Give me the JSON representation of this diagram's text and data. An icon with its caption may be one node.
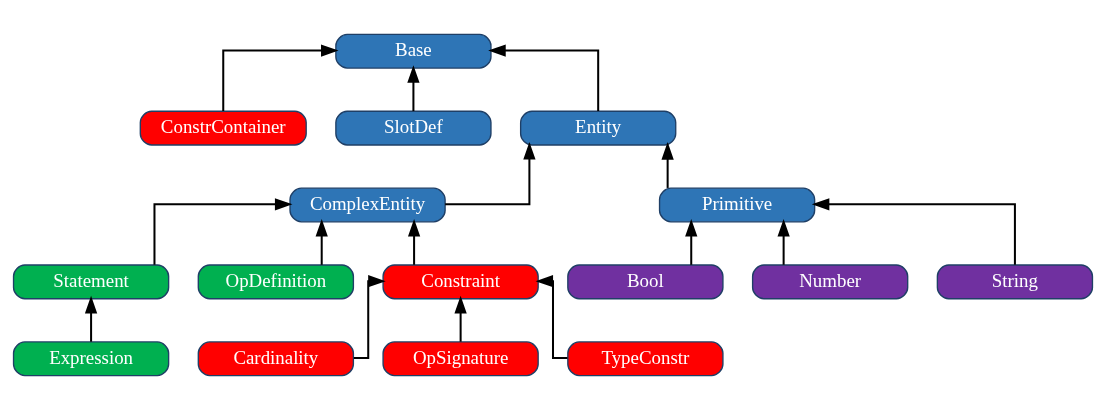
{
  "diagram": {
    "nodes": [
      {
        "text": [
          "Base"
        ]
      },
      {
        "text": [
          "ConstrContainer"
        ]
      },
      {
        "text": [
          "SlotDef"
        ]
      },
      {
        "text": [
          "Entity"
        ]
      },
      {
        "text": [
          "ComplexEntity"
        ]
      },
      {
        "text": [
          "Primitive"
        ]
      },
      {
        "text": [
          "Statement"
        ]
      },
      {
        "text": [
          "OpDefinition"
        ]
      },
      {
        "text": [
          "Constraint"
        ]
      },
      {
        "text": [
          "Expression"
        ]
      },
      {
        "text": [
          "Cardinality"
        ]
      },
      {
        "text": [
          "OpSignature"
        ]
      },
      {
        "text": [
          "TypeConstr"
        ]
      },
      {
        "text": [
          "Bool"
        ]
      },
      {
        "text": [
          "Number"
        ]
      },
      {
        "text": [
          "String"
        ]
      }
    ],
    "edges": [
      {
        "from": 1,
        "to": 0,
        "arrow": "to"
      },
      {
        "from": 2,
        "to": 0,
        "arrow": "to"
      },
      {
        "from": 3,
        "to": 0,
        "arrow": "to"
      },
      {
        "from": 4,
        "to": 3,
        "arrow": "to"
      },
      {
        "from": 5,
        "to": 3,
        "arrow": "to"
      },
      {
        "from": 6,
        "to": 4,
        "arrow": "to"
      },
      {
        "from": 7,
        "to": 4,
        "arrow": "to"
      },
      {
        "from": 8,
        "to": 4,
        "arrow": "to"
      },
      {
        "from": 9,
        "to": 6,
        "arrow": "to"
      },
      {
        "from": 10,
        "to": 8,
        "arrow": "to"
      },
      {
        "from": 11,
        "to": 8,
        "arrow": "to"
      },
      {
        "from": 12,
        "to": 8,
        "arrow": "to"
      },
      {
        "from": 13,
        "to": 5,
        "arrow": "to"
      },
      {
        "from": 14,
        "to": 5,
        "arrow": "to"
      },
      {
        "from": 15,
        "to": 5,
        "arrow": "to"
      }
    ]
  }
}
